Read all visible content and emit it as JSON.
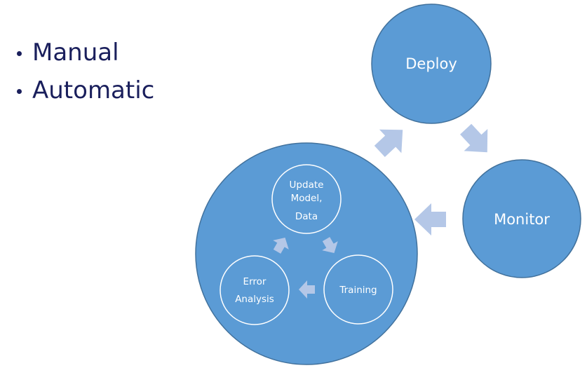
{
  "bullets": [
    {
      "text": "Manual"
    },
    {
      "text": "Automatic"
    }
  ],
  "cycle": {
    "outer_nodes": {
      "deploy": "Deploy",
      "monitor": "Monitor"
    },
    "inner_nodes": {
      "update_line1": "Update",
      "update_line2": "Model,",
      "update_line3": "Data",
      "training": "Training",
      "error_line1": "Error",
      "error_line2": "Analysis"
    }
  },
  "colors": {
    "node_fill": "#5b9bd5",
    "node_stroke": "#41719c",
    "arrow": "#b4c7e7",
    "bullet_text": "#1a1f5c",
    "inner_ring": "#ffffff"
  }
}
